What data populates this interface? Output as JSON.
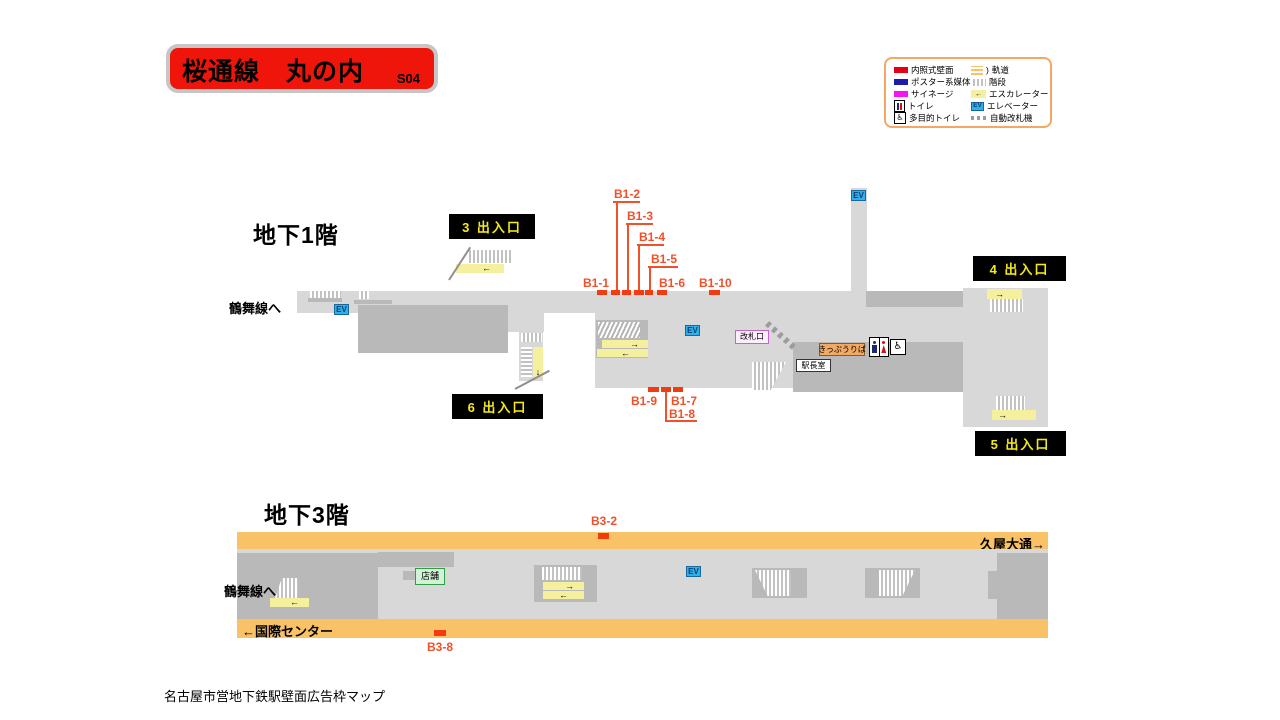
{
  "header": {
    "title": "桜通線　丸の内",
    "code": "S04"
  },
  "legend": {
    "items_left": [
      {
        "label": "内照式壁面"
      },
      {
        "label": "ポスター系媒体"
      },
      {
        "label": "サイネージ"
      },
      {
        "label": "トイレ"
      },
      {
        "label": "多目的トイレ"
      }
    ],
    "items_right": [
      {
        "label": "軌道"
      },
      {
        "label": "階段"
      },
      {
        "label": "エスカレーター"
      },
      {
        "label": "エレベーター"
      },
      {
        "label": "自動改札機"
      }
    ],
    "track_paren": ")"
  },
  "b1": {
    "floor_label": "地下1階",
    "exit3": "3 出入口",
    "exit4": "4 出入口",
    "exit5": "5 出入口",
    "exit6": "6 出入口",
    "tsurumai": "鶴舞線へ",
    "gate_label": "改札口",
    "ticket_label": "きっぷうりば",
    "office_label": "駅長室",
    "ads_top": [
      "B1-1",
      "B1-2",
      "B1-3",
      "B1-4",
      "B1-5",
      "B1-6",
      "B1-10"
    ],
    "ads_bottom": [
      "B1-9",
      "B1-7",
      "B1-8"
    ]
  },
  "b3": {
    "floor_label": "地下3階",
    "tsurumai": "鶴舞線へ",
    "hisaya": "久屋大通→",
    "kokusai": "←国際センター",
    "shop_label": "店舗",
    "ads": [
      "B3-2",
      "B3-8"
    ]
  },
  "icons": {
    "ev": "EV",
    "arrow_left": "←",
    "arrow_right": "→",
    "arrow_down": "↓",
    "wheelchair": "♿"
  },
  "colors": {
    "line_red": "#f0150a",
    "ad_mark": "#f23b10",
    "track_orange": "#f9c266",
    "escalator_yellow": "#f4f09e",
    "elevator_blue": "#2fb0e8",
    "signage_magenta": "#f414f4",
    "poster_blue": "#1c1ca8"
  },
  "caption": "名古屋市営地下鉄駅壁面広告枠マップ"
}
